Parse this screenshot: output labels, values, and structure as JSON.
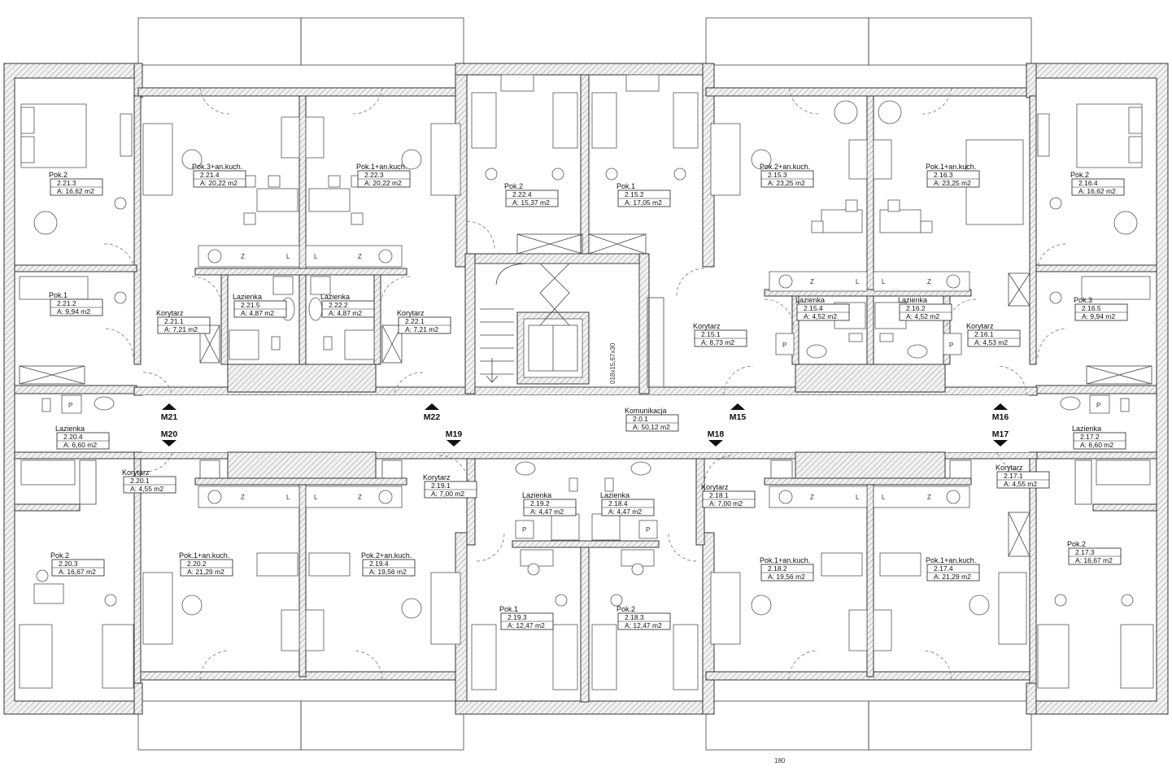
{
  "rooms": [
    {
      "id": "r2213",
      "name": "Pok.2",
      "number": "2.21.3",
      "area": "A: 16,62 m2"
    },
    {
      "id": "r2214",
      "name": "Pok.3+an.kuch.",
      "number": "2.21.4",
      "area": "A: 20,22 m2"
    },
    {
      "id": "r2223",
      "name": "Pok.1+an.kuch.",
      "number": "2.22.3",
      "area": "A: 20,22 m2"
    },
    {
      "id": "r2224",
      "name": "Pok.2",
      "number": "2.22.4",
      "area": "A: 15,37 m2"
    },
    {
      "id": "r2152",
      "name": "Pok.1",
      "number": "2.15.2",
      "area": "A: 17,05 m2"
    },
    {
      "id": "r2153",
      "name": "Pok.2+an.kuch.",
      "number": "2.15.3",
      "area": "A: 23,25 m2"
    },
    {
      "id": "r2163",
      "name": "Pok.1+an.kuch.",
      "number": "2.16.3",
      "area": "A: 23,25 m2"
    },
    {
      "id": "r2164",
      "name": "Pok.2",
      "number": "2.16.4",
      "area": "A: 16,62 m2"
    },
    {
      "id": "r2212",
      "name": "Pok.1",
      "number": "2.21.2",
      "area": "A: 9,94 m2"
    },
    {
      "id": "r2211",
      "name": "Korytarz",
      "number": "2.21.1",
      "area": "A: 7,21 m2"
    },
    {
      "id": "r2215",
      "name": "Lazienka",
      "number": "2.21.5",
      "area": "A: 4,87 m2"
    },
    {
      "id": "r2222",
      "name": "Lazienka",
      "number": "2.22.2",
      "area": "A: 4,87 m2"
    },
    {
      "id": "r2221",
      "name": "Korytarz",
      "number": "2.22.1",
      "area": "A: 7,21 m2"
    },
    {
      "id": "r2151",
      "name": "Korytarz",
      "number": "2.15.1",
      "area": "A: 8,73 m2"
    },
    {
      "id": "r2154",
      "name": "Lazienka",
      "number": "2.15.4",
      "area": "A: 4,52 m2"
    },
    {
      "id": "r2162",
      "name": "Lazienka",
      "number": "2.16.2",
      "area": "A: 4,52 m2"
    },
    {
      "id": "r2161",
      "name": "Korytarz",
      "number": "2.16.1",
      "area": "A: 4,53 m2"
    },
    {
      "id": "r2165",
      "name": "Pok.3",
      "number": "2.16.5",
      "area": "A: 9,94 m2"
    },
    {
      "id": "r2204",
      "name": "Lazienka",
      "number": "2.20.4",
      "area": "A: 6,60 m2"
    },
    {
      "id": "r201",
      "name": "Komunikacja",
      "number": "2.0.1",
      "area": "A: 50,12 m2"
    },
    {
      "id": "r2172",
      "name": "Lazienka",
      "number": "2.17.2",
      "area": "A: 6,60 m2"
    },
    {
      "id": "r2201",
      "name": "Korytarz",
      "number": "2.20.1",
      "area": "A: 4,55 m2"
    },
    {
      "id": "r2191",
      "name": "Korytarz",
      "number": "2.19.1",
      "area": "A: 7,00 m2"
    },
    {
      "id": "r2192",
      "name": "Lazienka",
      "number": "2.19.2",
      "area": "A: 4,47 m2"
    },
    {
      "id": "r2184",
      "name": "Lazienka",
      "number": "2.18.4",
      "area": "A: 4,47 m2"
    },
    {
      "id": "r2181",
      "name": "Korytarz",
      "number": "2.18.1",
      "area": "A: 7,00 m2"
    },
    {
      "id": "r2171",
      "name": "Korytarz",
      "number": "2.17.1",
      "area": "A: 4,55 m2"
    },
    {
      "id": "r2203",
      "name": "Pok.2",
      "number": "2.20.3",
      "area": "A: 16,67 m2"
    },
    {
      "id": "r2202",
      "name": "Pok.1+an.kuch.",
      "number": "2.20.2",
      "area": "A: 21,29 m2"
    },
    {
      "id": "r2194",
      "name": "Pok.2+an.kuch.",
      "number": "2.19.4",
      "area": "A: 19,56 m2"
    },
    {
      "id": "r2193",
      "name": "Pok.1",
      "number": "2.19.3",
      "area": "A: 12,47 m2"
    },
    {
      "id": "r2183",
      "name": "Pok.2",
      "number": "2.18.3",
      "area": "A: 12,47 m2"
    },
    {
      "id": "r2182",
      "name": "Pok.1+an.kuch.",
      "number": "2.18.2",
      "area": "A: 19,56 m2"
    },
    {
      "id": "r2174",
      "name": "Pok.1+an.kuch.",
      "number": "2.17.4",
      "area": "A: 21,29 m2"
    },
    {
      "id": "r2173",
      "name": "Pok.2",
      "number": "2.17.3",
      "area": "A: 16,67 m2"
    }
  ],
  "markers": [
    {
      "id": "m21",
      "label": "M21",
      "dir": "up"
    },
    {
      "id": "m22",
      "label": "M22",
      "dir": "up"
    },
    {
      "id": "m15",
      "label": "M15",
      "dir": "up"
    },
    {
      "id": "m16",
      "label": "M16",
      "dir": "up"
    },
    {
      "id": "m20",
      "label": "M20",
      "dir": "down"
    },
    {
      "id": "m19",
      "label": "M19",
      "dir": "down"
    },
    {
      "id": "m18",
      "label": "M18",
      "dir": "down"
    },
    {
      "id": "m17",
      "label": "M17",
      "dir": "down"
    }
  ],
  "elevator_label": "018x15,67x30",
  "dimension_label": "180",
  "fixture_labels": {
    "p": "P",
    "l": "L",
    "z": "Z"
  }
}
